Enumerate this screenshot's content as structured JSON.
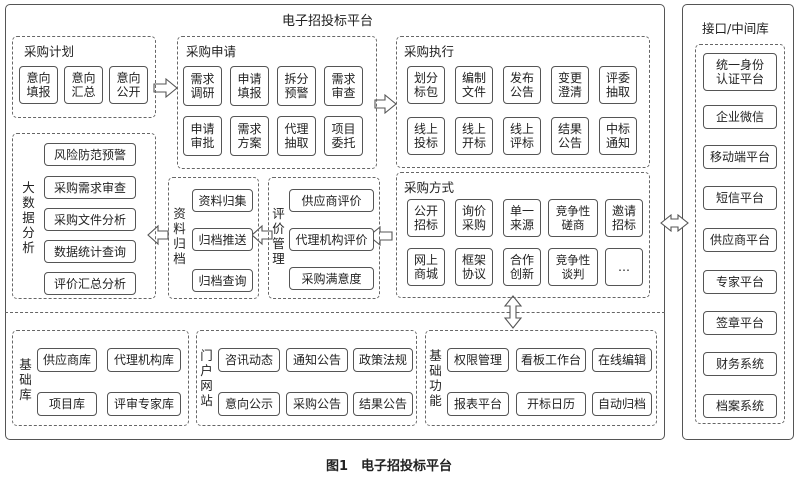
{
  "platform": {
    "title": "电子招投标平台",
    "caption": "图1　电子招投标平台",
    "plan": {
      "title": "采购计划",
      "items": [
        "意向\n填报",
        "意向\n汇总",
        "意向\n公开"
      ]
    },
    "apply": {
      "title": "采购申请",
      "items": [
        "需求\n调研",
        "申请\n填报",
        "拆分\n预警",
        "需求\n审查",
        "申请\n审批",
        "需求\n方案",
        "代理\n抽取",
        "项目\n委托"
      ]
    },
    "execute": {
      "title": "采购执行",
      "items": [
        "划分\n标包",
        "编制\n文件",
        "发布\n公告",
        "变更\n澄清",
        "评委\n抽取",
        "线上\n投标",
        "线上\n开标",
        "线上\n评标",
        "结果\n公告",
        "中标\n通知"
      ]
    },
    "method": {
      "title": "采购方式",
      "items": [
        "公开\n招标",
        "询价\n采购",
        "单一\n来源",
        "竞争性\n磋商",
        "邀请\n招标",
        "网上\n商城",
        "框架\n协议",
        "合作\n创新",
        "竞争性\n谈判",
        "…"
      ]
    },
    "bigdata": {
      "title": "大数据分析",
      "items": [
        "风险防范预警",
        "采购需求审查",
        "采购文件分析",
        "数据统计查询",
        "评价汇总分析"
      ]
    },
    "archive": {
      "title": "资料归档",
      "items": [
        "资料归集",
        "归档推送",
        "归档查询"
      ]
    },
    "evaluate": {
      "title": "评价管理",
      "items": [
        "供应商评价",
        "代理机构评价",
        "采购满意度"
      ]
    },
    "base_lib": {
      "title": "基础库",
      "items": [
        "供应商库",
        "代理机构库",
        "项目库",
        "评审专家库"
      ]
    },
    "portal": {
      "title": "门户网站",
      "items": [
        "咨讯动态",
        "通知公告",
        "政策法规",
        "意向公示",
        "采购公告",
        "结果公告"
      ]
    },
    "base_func": {
      "title": "基础功能",
      "items": [
        "权限管理",
        "看板工作台",
        "在线编辑",
        "报表平台",
        "开标日历",
        "自动归档"
      ]
    }
  },
  "interface": {
    "title": "接口/中间库",
    "items": [
      "统一身份\n认证平台",
      "企业微信",
      "移动端平台",
      "短信平台",
      "供应商平台",
      "专家平台",
      "签章平台",
      "财务系统",
      "档案系统"
    ]
  }
}
